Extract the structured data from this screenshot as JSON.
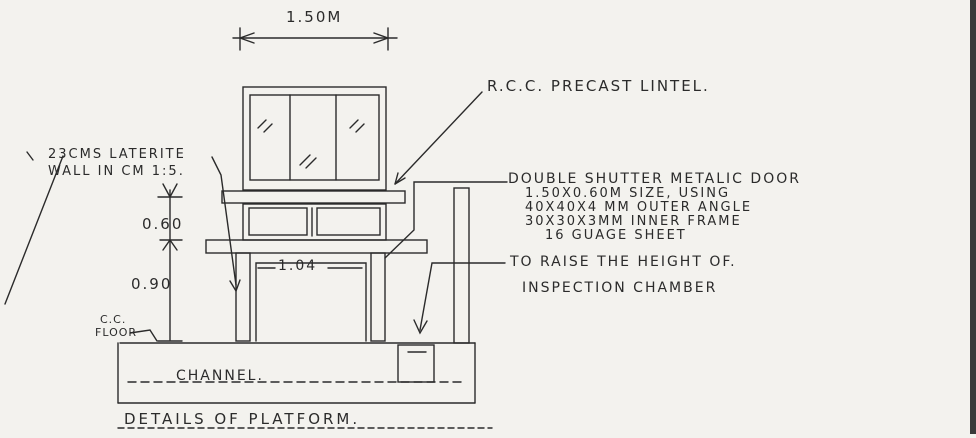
{
  "drawing": {
    "overall_width_dim": "1.50M",
    "lintel_label": "R.C.C. PRECAST LINTEL.",
    "wall_label": [
      "23CMS LATERITE",
      "WALL IN CM 1:5."
    ],
    "height_dim_upper": "0.60",
    "height_dim_lower": "0.90",
    "inner_width_dim": "1.04",
    "floor_label": [
      "C.C.",
      "FLOOR"
    ],
    "channel_label": "CHANNEL.",
    "door_note": [
      "DOUBLE SHUTTER METALIC DOOR",
      "1.50X0.60M SIZE, USING",
      "40X40X4 MM OUTER ANGLE",
      "30X30X3MM INNER FRAME",
      "16 GUAGE SHEET"
    ],
    "inspection_note": [
      "TO RAISE THE HEIGHT OF.",
      "INSPECTION CHAMBER"
    ],
    "title": "DETAILS OF PLATFORM."
  },
  "colors": {
    "ink": "#2b2b2b",
    "paper": "#f3f2ee"
  }
}
